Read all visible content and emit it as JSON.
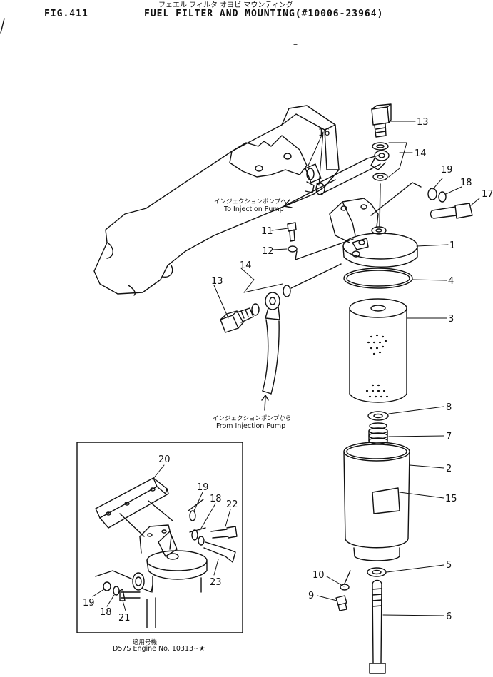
{
  "header": {
    "fig_number": "FIG.411",
    "title_kana": "フェエル フィルタ オヨビ マウンティング",
    "title": "FUEL FILTER AND MOUNTING(#10006-23964)"
  },
  "annotations": {
    "to_pump_kana": "インジェクションポンプへ",
    "to_pump": "To Injection Pump",
    "from_pump_kana": "インジェクションポンプから",
    "from_pump": "From Injection Pump",
    "inset_kana": "適用号機",
    "inset_serial": "D57S Engine No. 10313~★"
  },
  "callouts": {
    "c13a": "13",
    "c14a": "14",
    "c16": "16",
    "c19a": "19",
    "c18a": "18",
    "c17": "17",
    "c11": "11",
    "c12": "12",
    "c1": "1",
    "c14b": "14",
    "c13b": "13",
    "c4": "4",
    "c3": "3",
    "c8": "8",
    "c7": "7",
    "c2": "2",
    "c15": "15",
    "c5": "5",
    "c10": "10",
    "c9": "9",
    "c6": "6",
    "i20": "20",
    "i19a": "19",
    "i18a": "18",
    "i22": "22",
    "i23": "23",
    "i19b": "19",
    "i18b": "18",
    "i21": "21"
  }
}
